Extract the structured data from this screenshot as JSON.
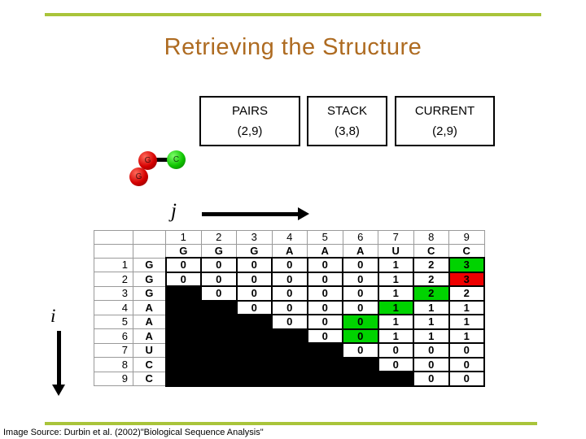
{
  "slide": {
    "title": "Retrieving the Structure",
    "attribution": "Image Source: Durbin et al. (2002)\"Biological Sequence Analysis\"",
    "accent_line_color": "#a9c43a",
    "title_color": "#ae6b21"
  },
  "status_boxes": [
    {
      "label": "PAIRS",
      "value": "(2,9)"
    },
    {
      "label": "STACK",
      "value": "(3,8)"
    },
    {
      "label": "CURRENT",
      "value": "(2,9)"
    }
  ],
  "beads": [
    {
      "letter": "G",
      "color": "red"
    },
    {
      "letter": "C",
      "color": "green"
    },
    {
      "letter": "G",
      "color": "red"
    }
  ],
  "axes": {
    "col_label": "j",
    "row_label": "i"
  },
  "matrix": {
    "sequence": "GGGAAAUCC",
    "col_numbers": [
      "1",
      "2",
      "3",
      "4",
      "5",
      "6",
      "7",
      "8",
      "9"
    ],
    "col_letters": [
      "G",
      "G",
      "G",
      "A",
      "A",
      "A",
      "U",
      "C",
      "C"
    ],
    "highlight_green": "#00d300",
    "highlight_red": "#ee0000",
    "rows": [
      {
        "num": "1",
        "letter": "G",
        "black_prefix": 0,
        "cells": [
          "0",
          "0",
          "0",
          "0",
          "0",
          "0",
          "1",
          "2",
          "3"
        ],
        "hl": {
          "9": "green"
        }
      },
      {
        "num": "2",
        "letter": "G",
        "black_prefix": 0,
        "cells": [
          "0",
          "0",
          "0",
          "0",
          "0",
          "0",
          "1",
          "2",
          "3"
        ],
        "hl": {
          "9": "red"
        }
      },
      {
        "num": "3",
        "letter": "G",
        "black_prefix": 1,
        "cells": [
          "0",
          "0",
          "0",
          "0",
          "0",
          "1",
          "2",
          "2"
        ],
        "hl": {
          "8": "green"
        }
      },
      {
        "num": "4",
        "letter": "A",
        "black_prefix": 2,
        "cells": [
          "0",
          "0",
          "0",
          "0",
          "1",
          "1",
          "1"
        ],
        "hl": {
          "7": "green"
        }
      },
      {
        "num": "5",
        "letter": "A",
        "black_prefix": 3,
        "cells": [
          "0",
          "0",
          "0",
          "1",
          "1",
          "1"
        ],
        "hl": {
          "6": "green"
        }
      },
      {
        "num": "6",
        "letter": "A",
        "black_prefix": 4,
        "cells": [
          "0",
          "0",
          "1",
          "1",
          "1"
        ],
        "hl": {
          "6": "green"
        }
      },
      {
        "num": "7",
        "letter": "U",
        "black_prefix": 5,
        "cells": [
          "0",
          "0",
          "0",
          "0"
        ],
        "hl": {}
      },
      {
        "num": "8",
        "letter": "C",
        "black_prefix": 6,
        "cells": [
          "0",
          "0",
          "0"
        ],
        "hl": {}
      },
      {
        "num": "9",
        "letter": "C",
        "black_prefix": 7,
        "cells": [
          "0",
          "0"
        ],
        "hl": {}
      }
    ]
  }
}
